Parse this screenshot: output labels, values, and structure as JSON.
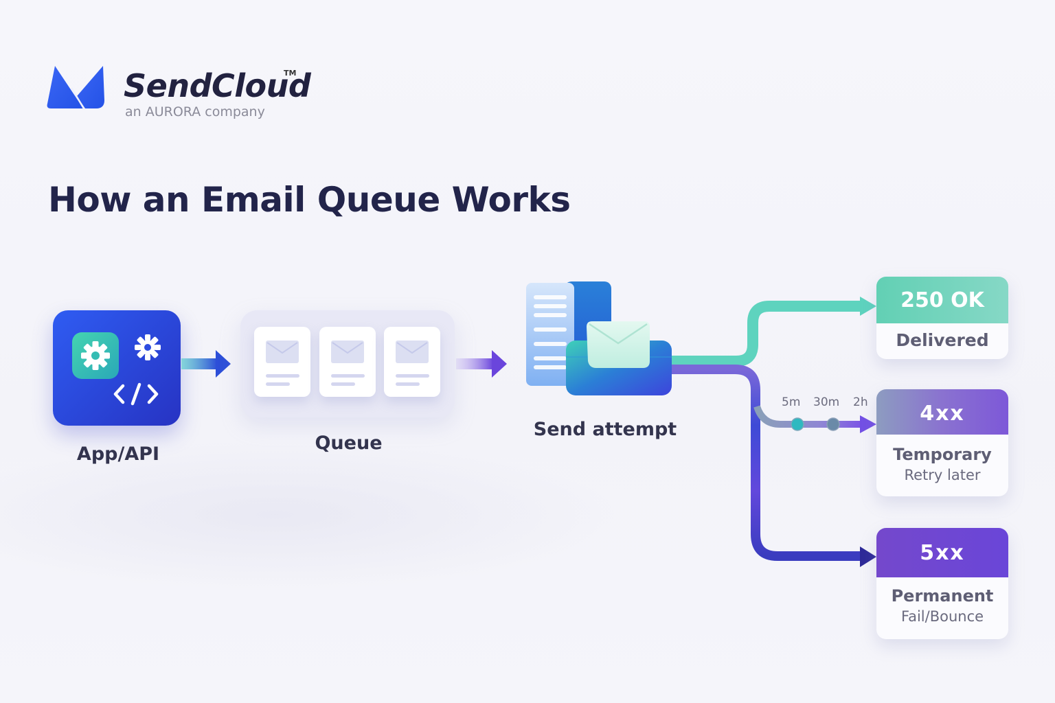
{
  "brand": {
    "name": "SendCloud",
    "trademark": "TM",
    "tagline": "an AURORA company",
    "logo_color": "#2d5ef0"
  },
  "title": "How an Email Queue Works",
  "nodes": {
    "app": {
      "label": "App/API",
      "icons": [
        "gear-icon",
        "gear-icon",
        "code-icon"
      ]
    },
    "queue": {
      "label": "Queue",
      "items": 3,
      "item_icon": "envelope-icon"
    },
    "send": {
      "label": "Send attempt",
      "icon": "outbox-tray-icon"
    }
  },
  "retry_schedule": [
    "5m",
    "30m",
    "2h"
  ],
  "outcomes": [
    {
      "code": "250 OK",
      "title": "Delivered",
      "subtitle": "",
      "color": "#6bd3b8"
    },
    {
      "code": "4xx",
      "title": "Temporary",
      "subtitle": "Retry later",
      "color": "#8c72d2"
    },
    {
      "code": "5xx",
      "title": "Permanent",
      "subtitle": "Fail/Bounce",
      "color": "#6a42d4"
    }
  ],
  "colors": {
    "teal": "#4fd1b5",
    "blue": "#2f4fe0",
    "purple": "#6a45dc",
    "text_dark": "#22244a"
  }
}
